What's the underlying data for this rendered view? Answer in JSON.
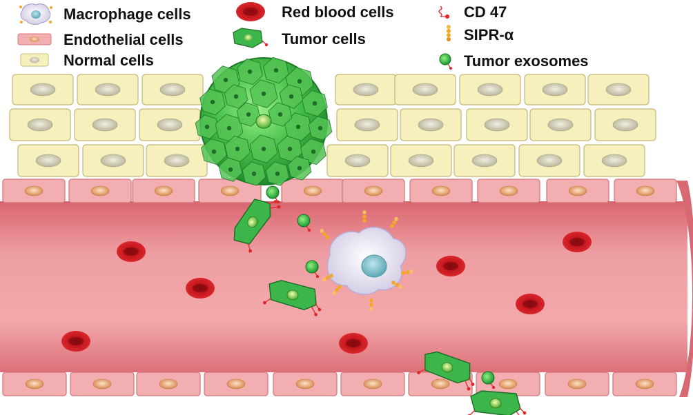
{
  "legend": [
    {
      "id": "macrophage",
      "label": "Macrophage cells",
      "icon": "macrophage-icon"
    },
    {
      "id": "endothelial",
      "label": "Endothelial cells",
      "icon": "endothelial-cell-icon"
    },
    {
      "id": "normal",
      "label": "Normal cells",
      "icon": "normal-cell-icon"
    },
    {
      "id": "rbc",
      "label": "Red blood cells",
      "icon": "red-blood-cell-icon"
    },
    {
      "id": "tumor",
      "label": "Tumor cells",
      "icon": "tumor-cell-icon"
    },
    {
      "id": "cd47",
      "label": "CD 47",
      "icon": "cd47-icon"
    },
    {
      "id": "sipr",
      "label": "SIPR-α",
      "icon": "sipr-alpha-icon"
    },
    {
      "id": "exosome",
      "label": "Tumor exosomes",
      "icon": "tumor-exosome-icon"
    }
  ],
  "colors": {
    "vessel_wall": "#e48a90",
    "vessel_lumen": "#f0a6a8",
    "endothelial_fill": "#f3aeb1",
    "endothelial_nucleus": "#e89a6c",
    "normal_fill": "#f6f0bd",
    "normal_nucleus": "#d2cfb2",
    "tumor_green": "#39b54a",
    "tumor_light": "#7fe07a",
    "rbc_red": "#c4161c",
    "macrophage_fill": "#dcd7ea",
    "macrophage_nucleus": "#79c3cf",
    "cd47_red": "#e0262b",
    "sipr_orange": "#f5a623"
  }
}
